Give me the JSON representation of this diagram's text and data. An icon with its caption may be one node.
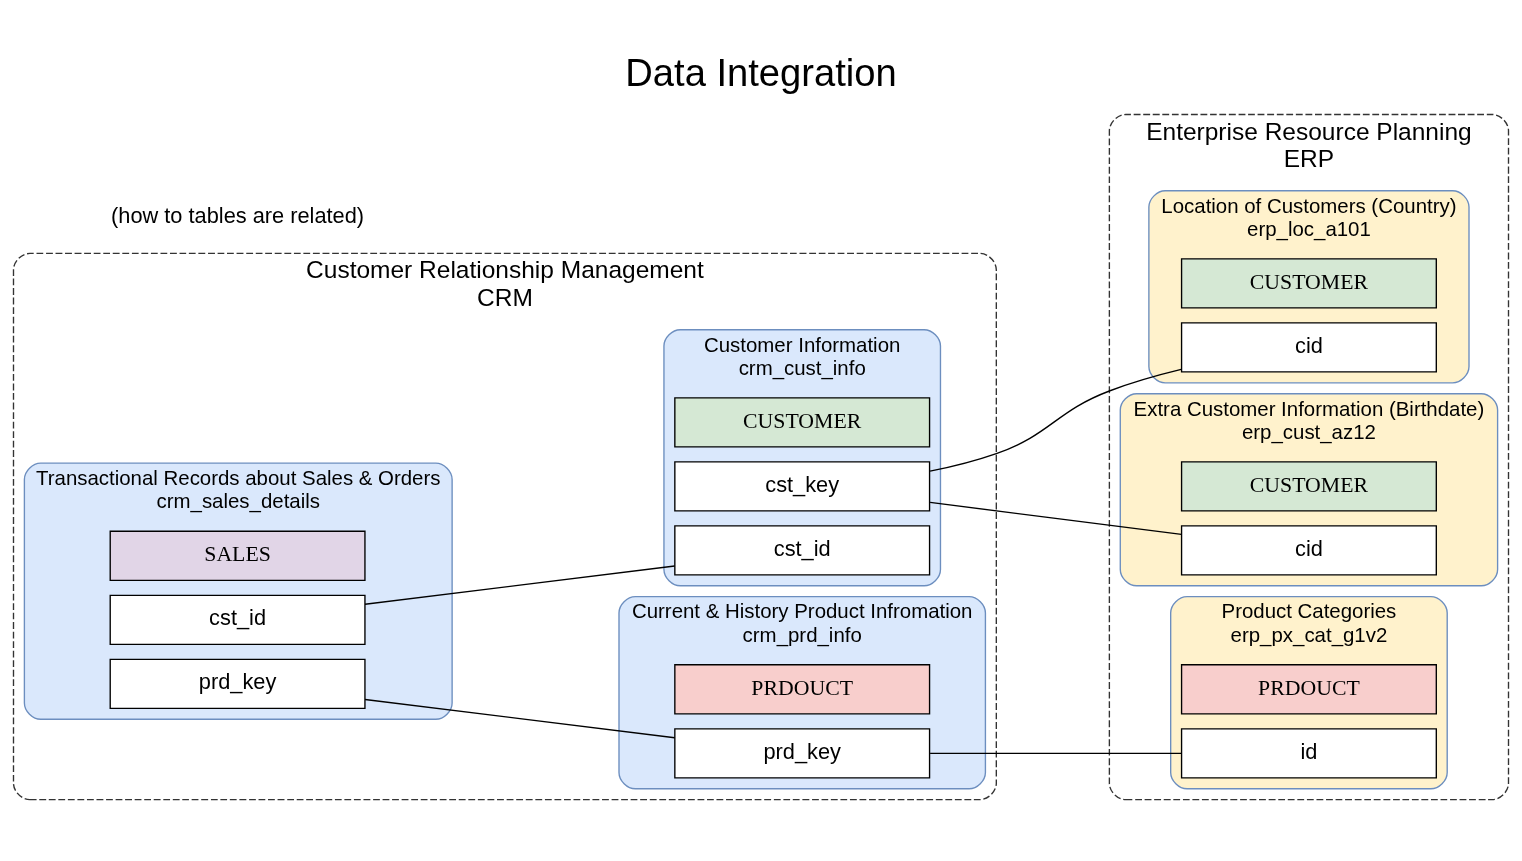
{
  "diagram": {
    "title": "Data Integration",
    "nodes": [
      {
        "text": [
          "Customer Relationship Management",
          "CRM"
        ]
      },
      {
        "text": [
          "Transactional Records about Sales & Orders",
          "crm_sales_details"
        ],
        "in": 0
      },
      {
        "text": [
          "prd_key"
        ],
        "in": 1
      },
      {
        "text": [
          "cst_id"
        ],
        "in": 1
      },
      {
        "text": [
          "SALES"
        ],
        "in": 1
      },
      {
        "text": [
          "Current & History Product Infromation",
          "crm_prd_info"
        ],
        "in": 0
      },
      {
        "text": [
          "prd_key"
        ],
        "in": 5
      },
      {
        "text": [
          "PRDOUCT"
        ],
        "in": 5
      },
      {
        "text": [
          "Customer Information",
          "crm_cust_info"
        ],
        "in": 0
      },
      {
        "text": [
          "cst_id"
        ],
        "in": 8
      },
      {
        "text": [
          "cst_key"
        ],
        "in": 8
      },
      {
        "text": [
          "CUSTOMER"
        ],
        "in": 8
      },
      {
        "text": [
          "Enterprise Resource Planning",
          "ERP"
        ]
      },
      {
        "text": [
          "Product Categories",
          "erp_px_cat_g1v2"
        ],
        "in": 12
      },
      {
        "text": [
          "id"
        ],
        "in": 13
      },
      {
        "text": [
          "PRDOUCT"
        ],
        "in": 13
      },
      {
        "text": [
          "Extra Customer Information (Birthdate)",
          "erp_cust_az12"
        ],
        "in": 12
      },
      {
        "text": [
          "cid"
        ],
        "in": 16
      },
      {
        "text": [
          "CUSTOMER"
        ],
        "in": 16
      },
      {
        "text": [
          "Location of Customers (Country)",
          "erp_loc_a101"
        ],
        "in": 12
      },
      {
        "text": [
          "cid"
        ],
        "in": 19
      },
      {
        "text": [
          "CUSTOMER"
        ],
        "in": 19
      }
    ],
    "edges": [
      {
        "from": 2,
        "to": 6,
        "arrow": "none"
      },
      {
        "from": 3,
        "to": 9,
        "arrow": "none"
      },
      {
        "from": 6,
        "to": 14,
        "arrow": "none"
      },
      {
        "from": 10,
        "to": 17,
        "arrow": "none"
      },
      {
        "from": 10,
        "to": 20,
        "arrow": "none"
      }
    ],
    "labels": [
      "(how to tables are related)"
    ]
  }
}
